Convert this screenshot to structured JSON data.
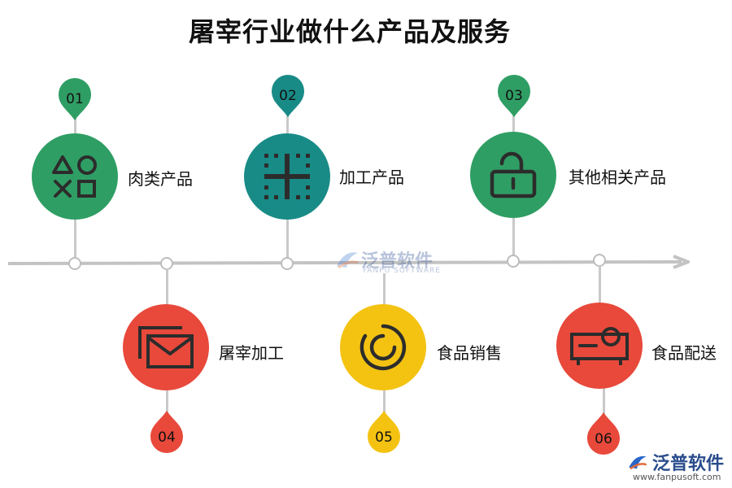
{
  "title": "屠宰行业做什么产品及服务",
  "colors": {
    "green": "#2f9e64",
    "teal": "#198b87",
    "red": "#e8493b",
    "yellow": "#f4c312",
    "axis": "#c3c3c3"
  },
  "items": [
    {
      "num": "01",
      "label": "肉类产品",
      "icon": "shapes-icon",
      "color": "green"
    },
    {
      "num": "02",
      "label": "加工产品",
      "icon": "grid-icon",
      "color": "teal"
    },
    {
      "num": "03",
      "label": "其他相关产品",
      "icon": "unlock-icon",
      "color": "green"
    },
    {
      "num": "04",
      "label": "屠宰加工",
      "icon": "mail-icon",
      "color": "red"
    },
    {
      "num": "05",
      "label": "食品销售",
      "icon": "loading-ring-icon",
      "color": "yellow"
    },
    {
      "num": "06",
      "label": "食品配送",
      "icon": "projector-icon",
      "color": "red"
    }
  ],
  "watermark": {
    "name": "泛普软件",
    "sub": "FANPU SOFTWARE"
  },
  "brand": {
    "name": "泛普软件",
    "url": "www.fanpusoft.com"
  }
}
